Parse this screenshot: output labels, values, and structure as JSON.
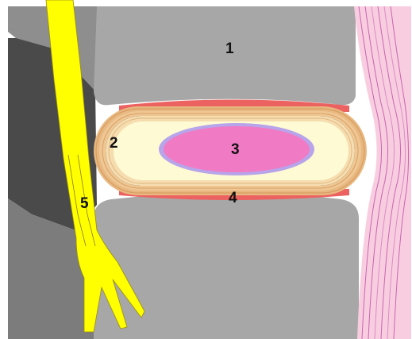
{
  "labels": {
    "vertebra_upper": "1",
    "annulus_fibrosus": "2",
    "nucleus_pulposus": "3",
    "endplate": "4",
    "nerve_root": "5"
  },
  "colors": {
    "background": "#ffffff",
    "bone_gray": "#a7a7a7",
    "bone_dark": "#4a4a4a",
    "bone_mid": "#7c7c7c",
    "annulus_tan": "#e8b880",
    "annulus_cream": "#fefbd4",
    "nucleus_violet": "#b8a4ea",
    "nucleus_pink": "#f07bc4",
    "endplate_red": "#ec6260",
    "nerve_yellow": "#ffff00",
    "ligament_pink": "#f9cde0",
    "ligament_line": "#c765b0"
  }
}
